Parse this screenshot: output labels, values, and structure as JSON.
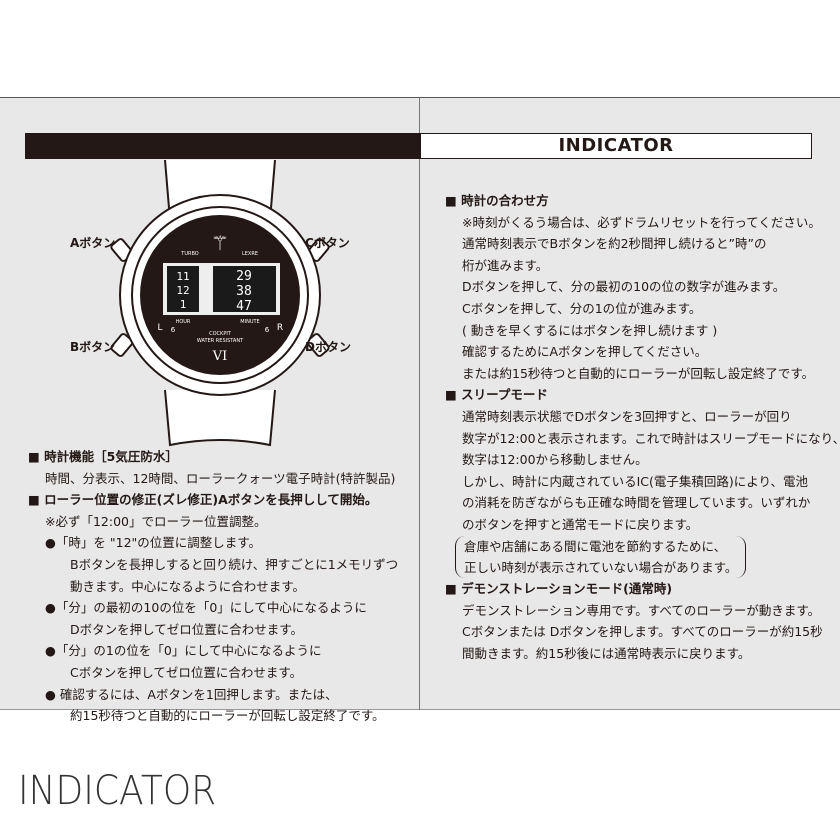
{
  "header": {
    "title": "INDICATOR"
  },
  "watch": {
    "buttons": {
      "a": "Aボタン",
      "b": "Bボタン",
      "c": "Cボタン",
      "d": "Dボタン"
    },
    "dial": {
      "top_left": "TURBO",
      "top_right": "LEXRE",
      "hour_label": "HOUR",
      "minute_label": "MINUTE",
      "hours": [
        "11",
        "12",
        "1"
      ],
      "minutes": [
        "29",
        "38",
        "47"
      ],
      "l": "L",
      "r": "R",
      "six_l": "6",
      "six_r": "6",
      "brand": "COCKPIT",
      "water": "WATER RESISTANT",
      "numeral": "VI"
    }
  },
  "left": {
    "h1": "時計機能［5気圧防水］",
    "l1": "時間、分表示、12時間、ローラークォーツ電子時計(特許製品)",
    "h2": "ローラー位置の修正(ズレ修正)Aボタンを長押しして開始。",
    "note": "※必ず「12:00」でローラー位置調整。",
    "b1": "●「時」を \"12\"の位置に調整します。",
    "b1a": "Bボタンを長押しすると回り続け、押すごとに1メモリずつ",
    "b1b": "動きます。中心になるように合わせます。",
    "b2": "●「分」の最初の10の位を「0」にして中心になるように",
    "b2a": "Dボタンを押してゼロ位置に合わせます。",
    "b3": "●「分」の1の位を「0」にして中心になるように",
    "b3a": "Cボタンを押してゼロ位置に合わせます。",
    "b4": "● 確認するには、Aボタンを1回押します。または、",
    "b4a": "約15秒待つと自動的にローラーが回転し設定終了です。"
  },
  "right": {
    "s1": {
      "title": "時計の合わせ方",
      "lines": [
        "※時刻がくるう場合は、必ずドラムリセットを行ってください。",
        "通常時刻表示でBボタンを約2秒間押し続けると”時”の",
        "桁が進みます。",
        "Dボタンを押して、分の最初の10の位の数字が進みます。",
        "Cボタンを押して、分の1の位が進みます。",
        "( 動きを早くするにはボタンを押し続けます )",
        "確認するためにAボタンを押してください。",
        "または約15秒待つと自動的にローラーが回転し設定終了です。"
      ]
    },
    "s2": {
      "title": "スリープモード",
      "lines": [
        " 通常時刻表示状態でDボタンを3回押すと、ローラーが回り",
        "数字が12:00と表示されます。これで時計はスリープモードになり、",
        "数字は12:00から移動しません。",
        "しかし、時計に内蔵されているIC(電子集積回路)により、電池",
        "の消耗を防ぎながらも正確な時間を管理しています。いずれか",
        "のボタンを押すと通常モードに戻ります。"
      ],
      "paren": [
        "倉庫や店舗にある間に電池を節約するために、",
        "正しい時刻が表示されていない場合があります。"
      ]
    },
    "s3": {
      "title": "デモンストレーションモード(通常時)",
      "lines": [
        "デモンストレーション専用です。すべてのローラーが動きます。",
        "Cボタンまたは Dボタンを押します。すべてのローラーが約15秒",
        "間動きます。約15秒後には通常時表示に戻ります。"
      ]
    }
  },
  "footer": {
    "title": "INDICATOR"
  }
}
